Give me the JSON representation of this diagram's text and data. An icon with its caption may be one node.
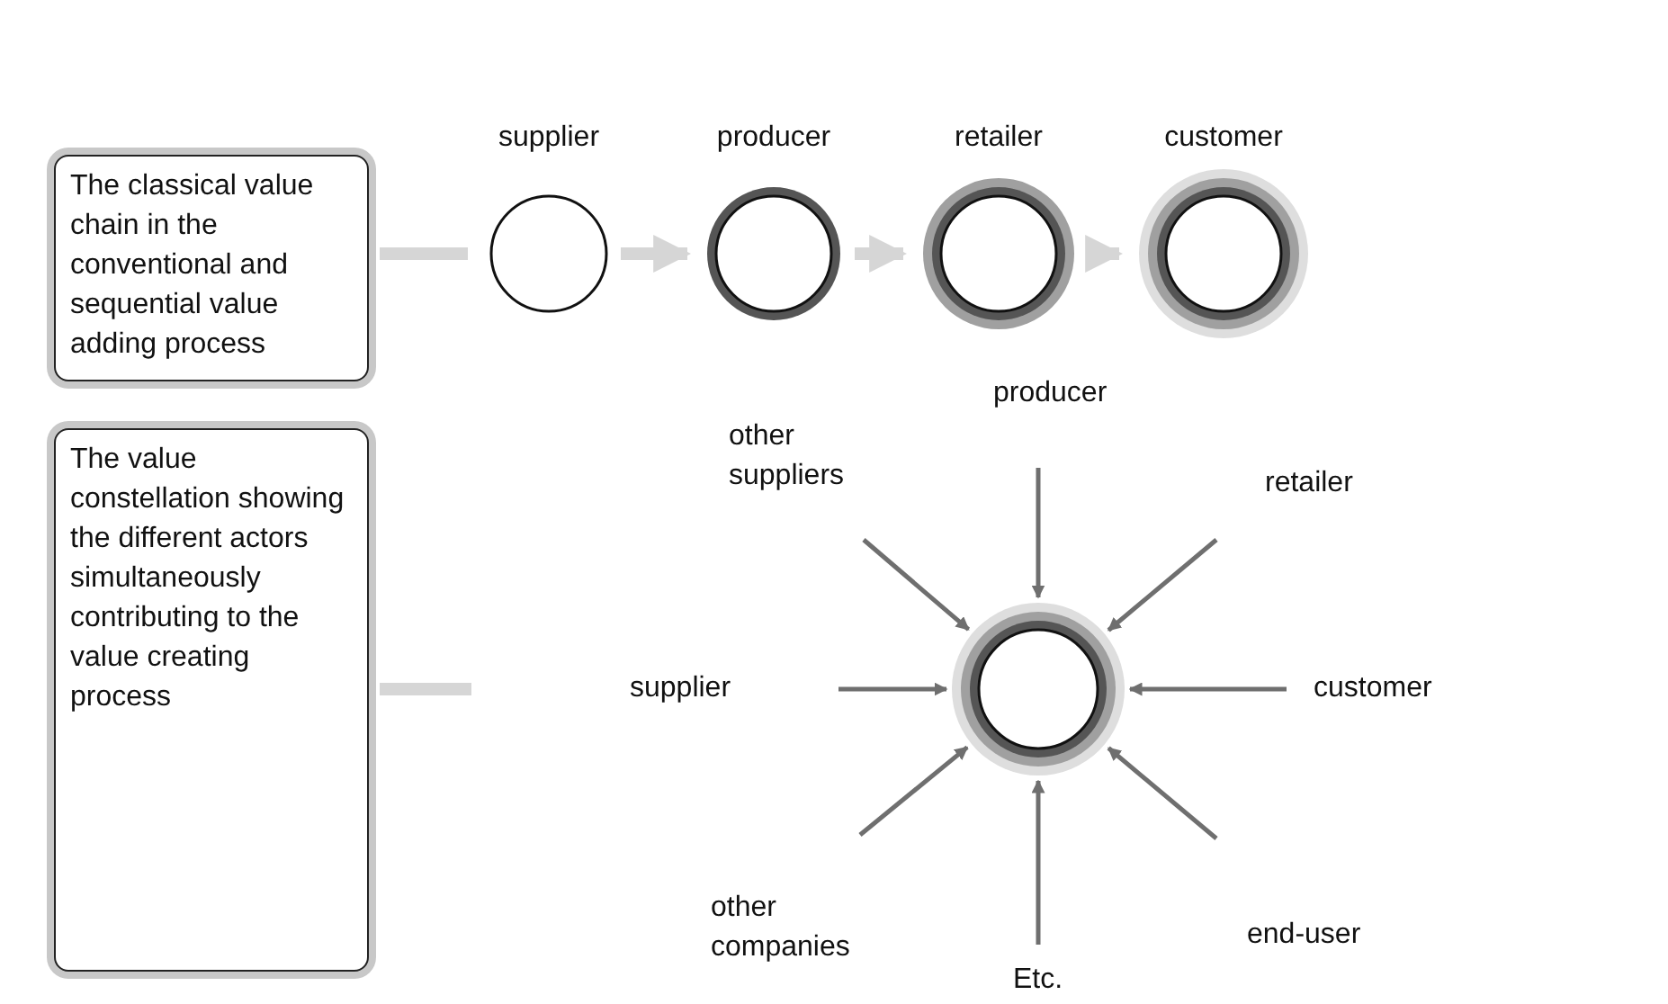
{
  "diagram": {
    "nodes": [
      {
        "text": [
          "The classical value chain in the conventional and sequential value adding process"
        ]
      },
      {
        "text": [
          "supplier"
        ]
      },
      {
        "text": [
          "producer"
        ]
      },
      {
        "text": [
          "retailer"
        ]
      },
      {
        "text": [
          "customer"
        ]
      },
      {
        "text": [
          "The value constellation showing the different actors simultaneously contributing to the value creating process"
        ]
      },
      {
        "text": [],
        "shape": "circle"
      },
      {
        "text": [
          "producer"
        ]
      },
      {
        "text": [
          "other suppliers"
        ]
      },
      {
        "text": [
          "retailer"
        ]
      },
      {
        "text": [
          "supplier"
        ]
      },
      {
        "text": [
          "customer"
        ]
      },
      {
        "text": [
          "other companies"
        ]
      },
      {
        "text": [
          "end-user"
        ]
      },
      {
        "text": [
          "Etc."
        ]
      }
    ],
    "edges": [
      {
        "from": 0,
        "to": 1,
        "arrow": "none",
        "style": "thick",
        "color": "#d6d6d6"
      },
      {
        "from": 1,
        "to": 2,
        "arrow": "to",
        "style": "thick",
        "color": "#d6d6d6"
      },
      {
        "from": 2,
        "to": 3,
        "arrow": "to",
        "style": "thick",
        "color": "#d6d6d6"
      },
      {
        "from": 3,
        "to": 4,
        "arrow": "to",
        "style": "thick",
        "color": "#d6d6d6"
      },
      {
        "from": 5,
        "to": null,
        "arrow": "none",
        "style": "thick",
        "color": "#d6d6d6"
      },
      {
        "from": 7,
        "to": 6,
        "arrow": "to"
      },
      {
        "from": 8,
        "to": 6,
        "arrow": "to"
      },
      {
        "from": 9,
        "to": 6,
        "arrow": "to"
      },
      {
        "from": 10,
        "to": 6,
        "arrow": "to"
      },
      {
        "from": 11,
        "to": 6,
        "arrow": "to"
      },
      {
        "from": 12,
        "to": 6,
        "arrow": "to"
      },
      {
        "from": 13,
        "to": 6,
        "arrow": "to"
      },
      {
        "from": 14,
        "to": 6,
        "arrow": "to"
      }
    ]
  }
}
